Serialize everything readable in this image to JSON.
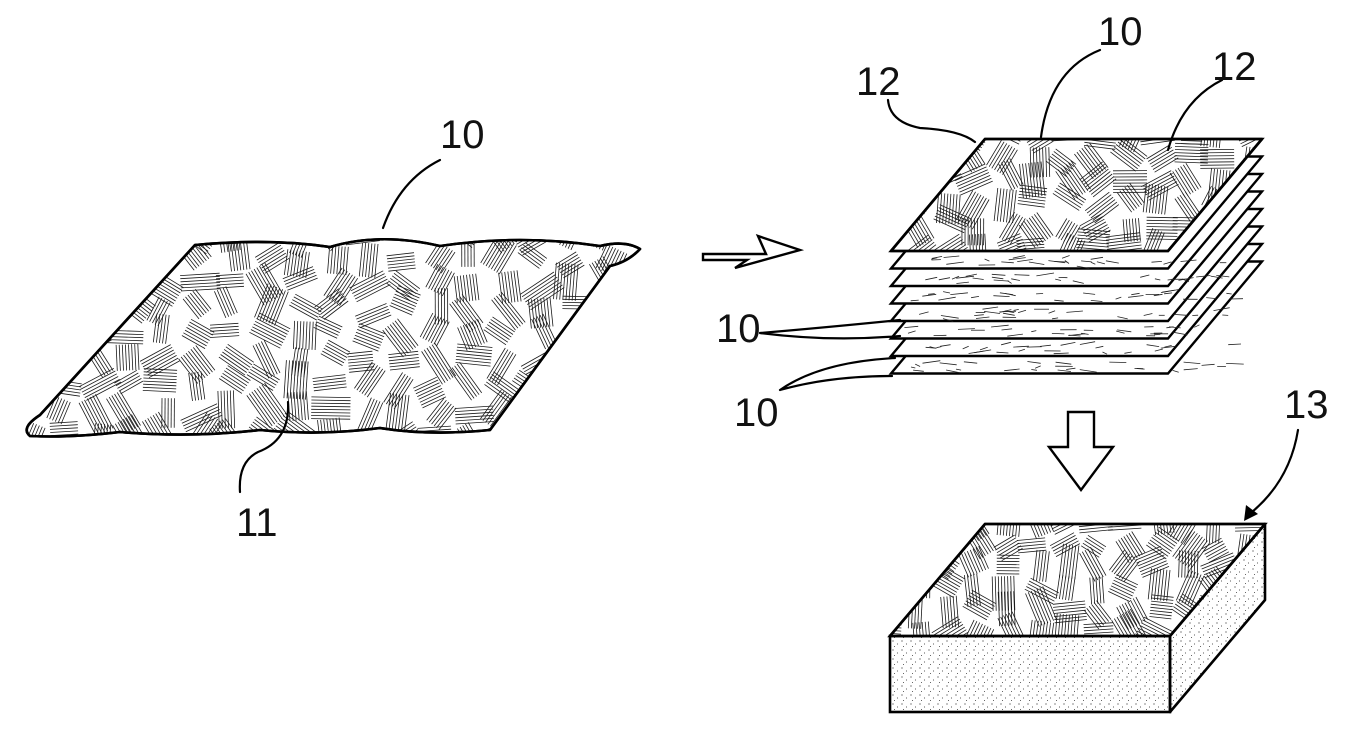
{
  "figure": {
    "labels": {
      "sheet_ref": "10",
      "texture_ref": "11",
      "stack_top_ref": "10",
      "stack_left_edge_ref": "12",
      "stack_right_edge_ref": "12",
      "stack_middle_ref": "10",
      "stack_lower_ref": "10",
      "block_ref": "13"
    }
  }
}
